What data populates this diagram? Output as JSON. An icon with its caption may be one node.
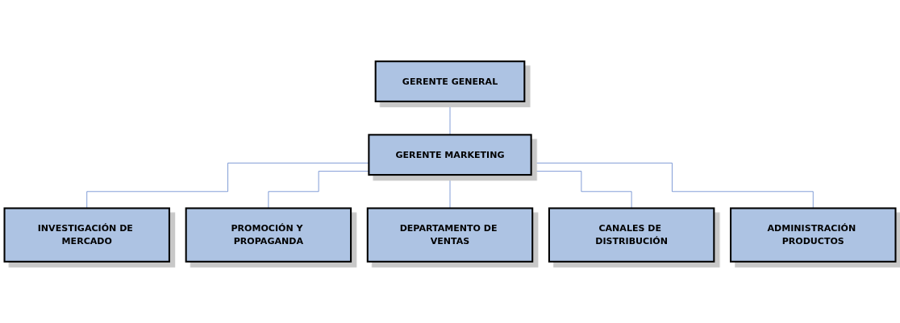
{
  "diagram": {
    "nodes": [
      {
        "text": [
          "GERENTE GENERAL"
        ]
      },
      {
        "text": [
          "GERENTE MARKETING"
        ]
      },
      {
        "text": [
          "INVESTIGACIÓN DE MERCADO"
        ]
      },
      {
        "text": [
          "PROMOCIÓN Y PROPAGANDA"
        ]
      },
      {
        "text": [
          "DEPARTAMENTO DE VENTAS"
        ]
      },
      {
        "text": [
          "CANALES DE DISTRIBUCIÓN"
        ]
      },
      {
        "text": [
          "ADMINISTRACIÓN PRODUCTOS"
        ]
      }
    ],
    "edges": [
      {
        "from": 0,
        "to": 1,
        "arrow": "none"
      },
      {
        "from": 1,
        "to": 2,
        "arrow": "none"
      },
      {
        "from": 1,
        "to": 3,
        "arrow": "none"
      },
      {
        "from": 1,
        "to": 4,
        "arrow": "none"
      },
      {
        "from": 1,
        "to": 5,
        "arrow": "none"
      },
      {
        "from": 1,
        "to": 6,
        "arrow": "none"
      }
    ]
  }
}
